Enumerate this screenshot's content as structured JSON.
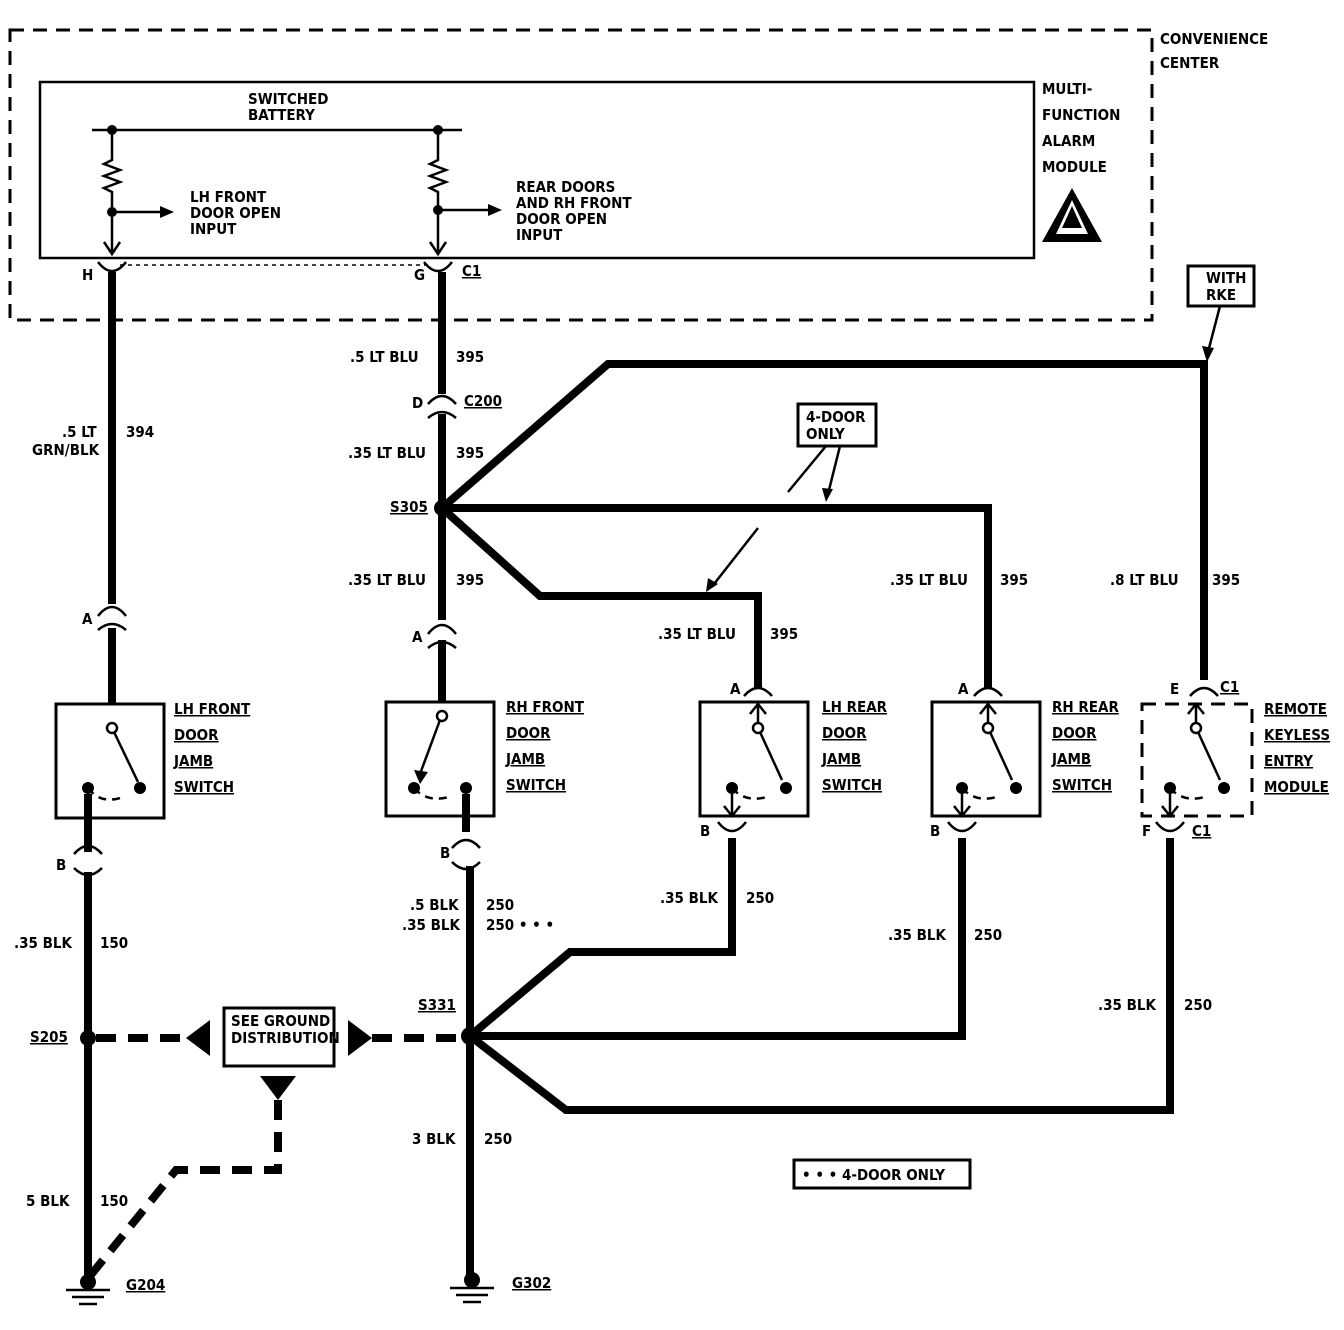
{
  "labels": {
    "convenience_center": [
      "CONVENIENCE",
      "CENTER"
    ],
    "module": [
      "MULTI-",
      "FUNCTION",
      "ALARM",
      "MODULE"
    ],
    "switched_battery": [
      "SWITCHED",
      "BATTERY"
    ],
    "lh_front_input": [
      "LH FRONT",
      "DOOR OPEN",
      "INPUT"
    ],
    "rear_rh_input": [
      "REAR DOORS",
      "AND RH FRONT",
      "DOOR OPEN",
      "INPUT"
    ],
    "with_rke": [
      "WITH",
      "RKE"
    ],
    "four_door_only": [
      "4-DOOR",
      "ONLY"
    ],
    "see_ground": [
      "SEE GROUND",
      "DISTRIBUTION"
    ],
    "legend": "• • • 4-DOOR ONLY",
    "lh_front_switch": [
      "LH FRONT",
      "DOOR",
      "JAMB",
      "SWITCH"
    ],
    "rh_front_switch": [
      "RH FRONT",
      "DOOR",
      "JAMB",
      "SWITCH"
    ],
    "lh_rear_switch": [
      "LH REAR",
      "DOOR",
      "JAMB",
      "SWITCH"
    ],
    "rh_rear_switch": [
      "RH REAR",
      "DOOR",
      "JAMB",
      "SWITCH"
    ],
    "rke_module": [
      "REMOTE",
      "KEYLESS",
      "ENTRY",
      "MODULE"
    ]
  },
  "connectors": {
    "H": "H",
    "G": "G",
    "C1": "C1",
    "D": "D",
    "C200": "C200",
    "A": "A",
    "B": "B",
    "E": "E",
    "F": "F"
  },
  "splices": {
    "S305": "S305",
    "S331": "S331",
    "S205": "S205"
  },
  "grounds": {
    "G204": "G204",
    "G302": "G302"
  },
  "wires": {
    "w394_size": ".5 LT",
    "w394_color": "GRN/BLK",
    "w394_circuit": "394",
    "w395_top": ".5 LT BLU",
    "w395_mid": ".35 LT BLU",
    "w395_rke": ".8 LT BLU",
    "c395": "395",
    "blk_lh": ".35 BLK",
    "c150": "150",
    "blk_g204": "5 BLK",
    "blk_rh_a": ".5 BLK",
    "blk_rh_b": ".35 BLK",
    "c250": "250",
    "c250_dots": "250 • • •",
    "blk_rear": ".35 BLK",
    "blk_g302": "3 BLK"
  }
}
